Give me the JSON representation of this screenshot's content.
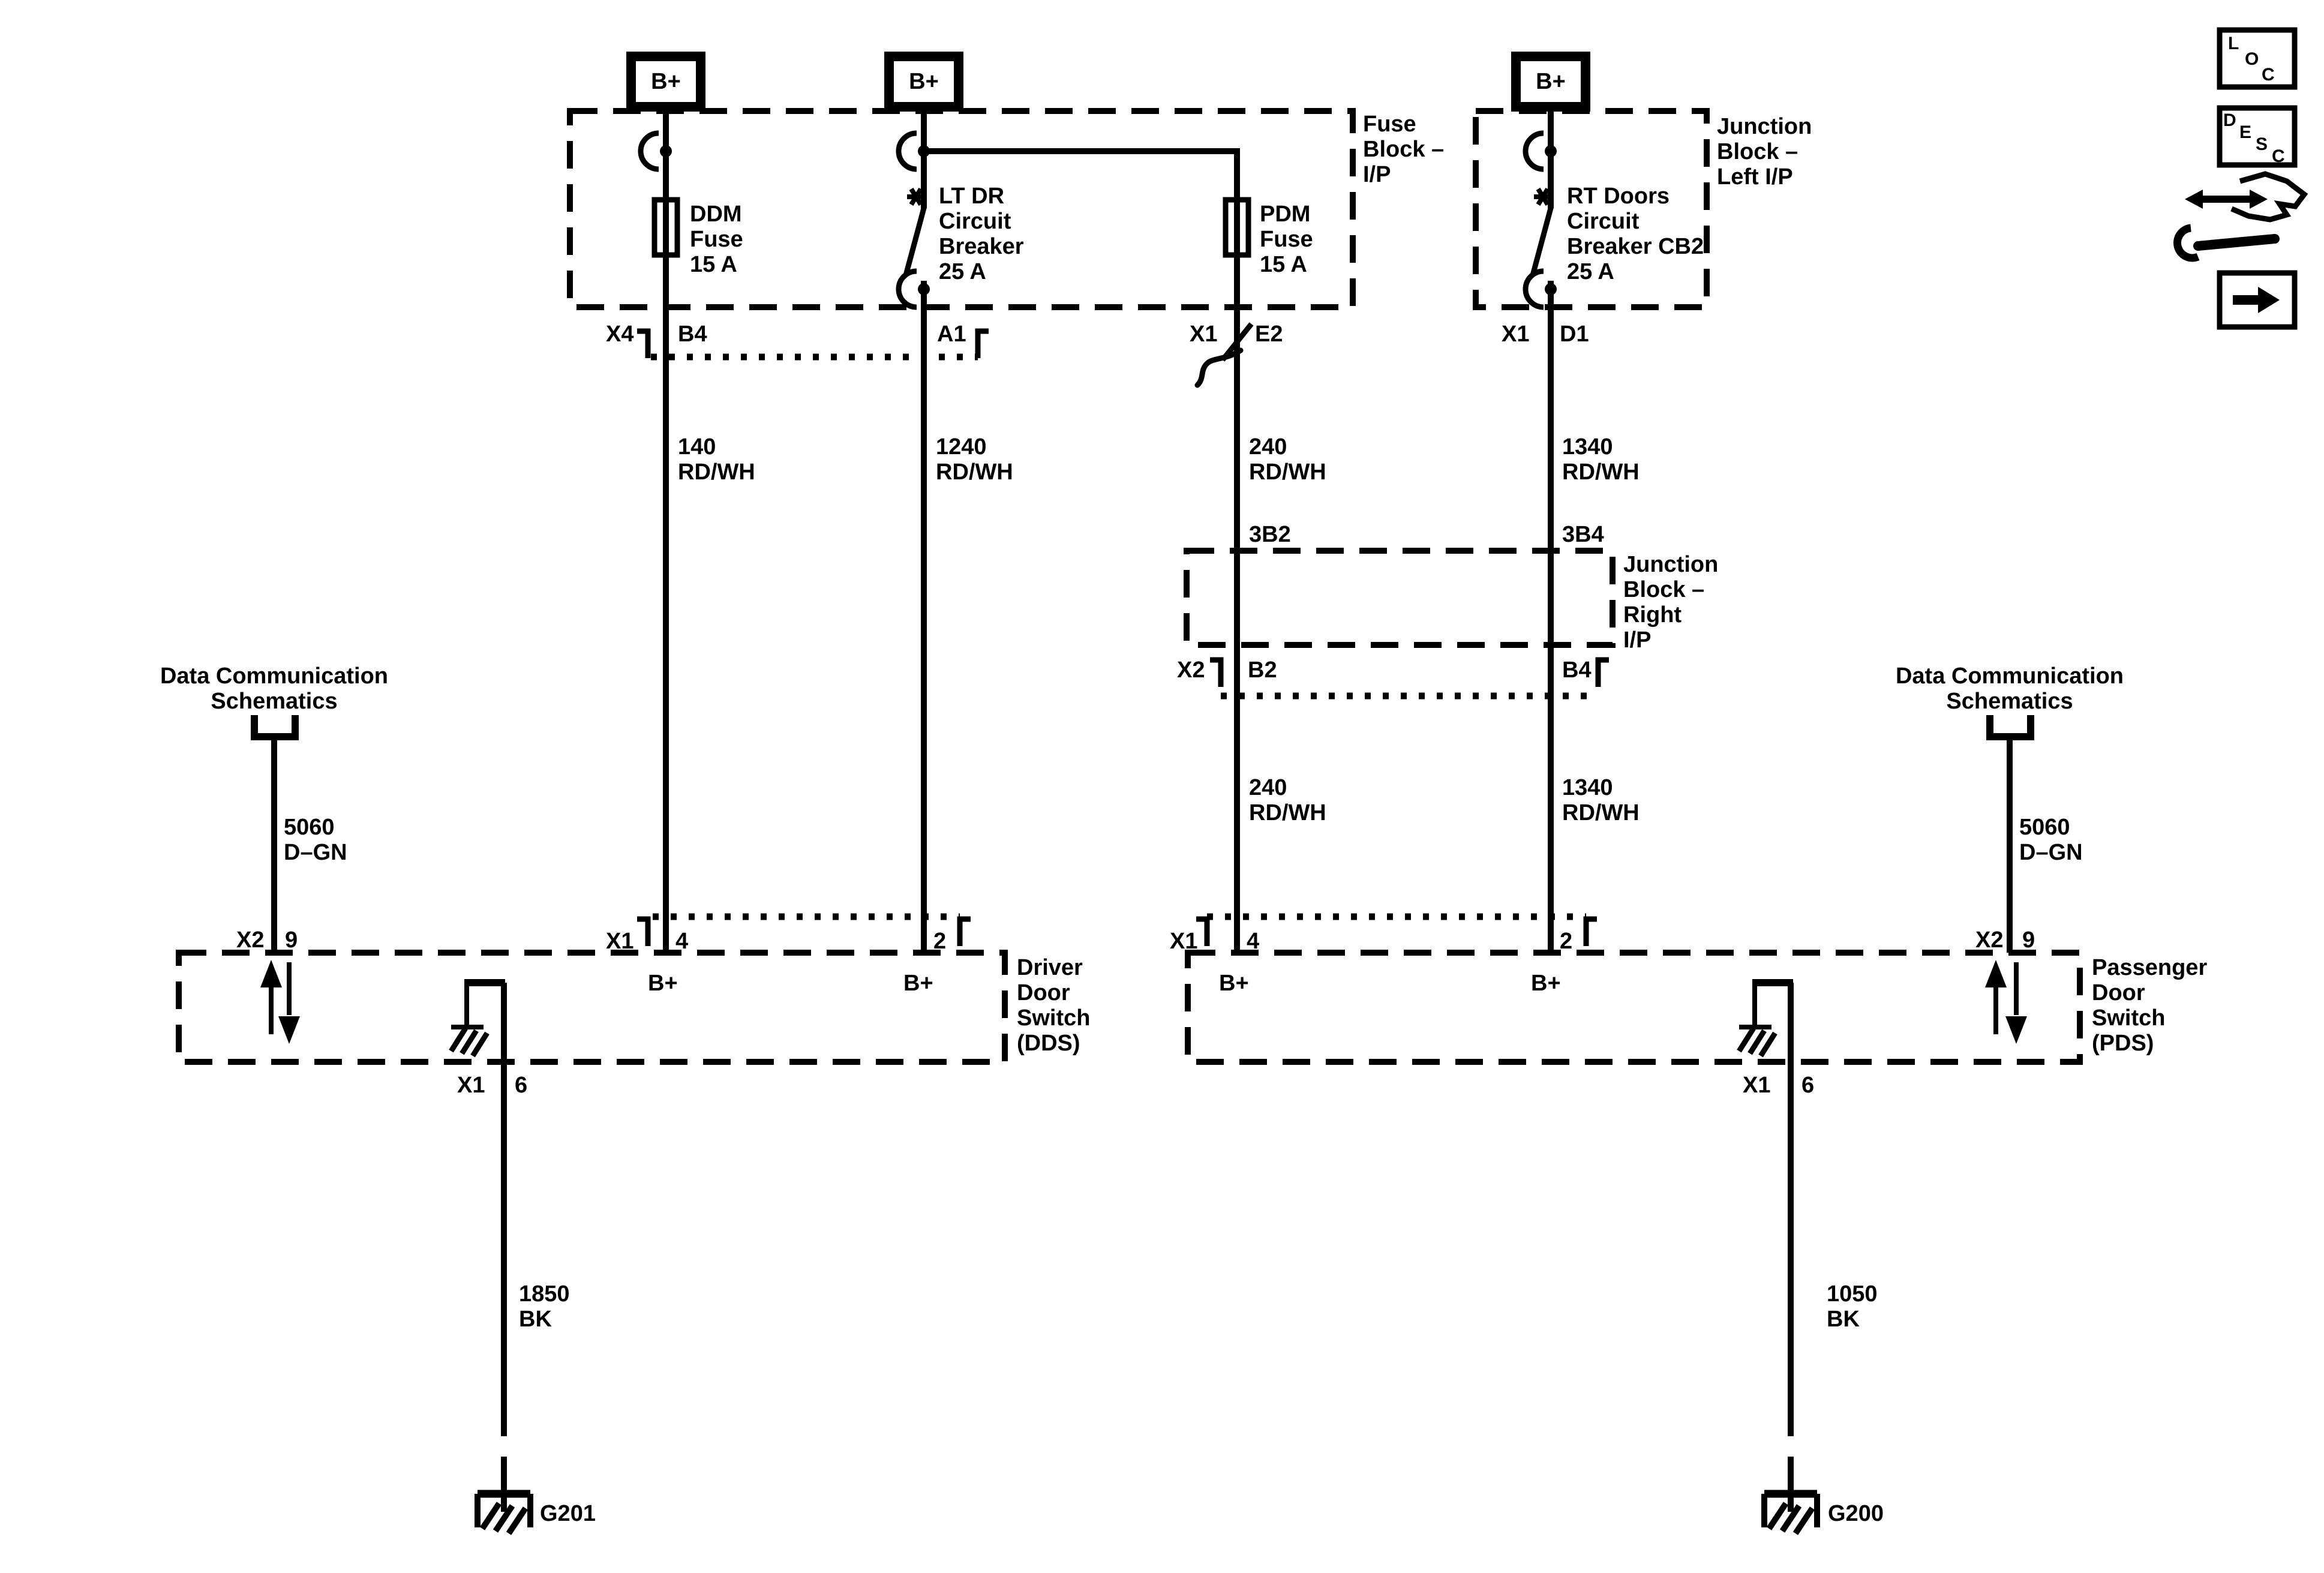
{
  "colors": {
    "ink": "#000000",
    "background": "#ffffff"
  },
  "power_taps": {
    "label": "B+"
  },
  "nav": {
    "loc_letters": [
      "L",
      "O",
      "C"
    ],
    "desc_letters": [
      "D",
      "E",
      "S",
      "C"
    ]
  },
  "fuse_block": {
    "title_lines": [
      "Fuse",
      "Block –",
      "I/P"
    ],
    "ddm_fuse_lines": [
      "DDM",
      "Fuse",
      "15 A"
    ],
    "ltdr_breaker_lines": [
      "LT DR",
      "Circuit",
      "Breaker",
      "25 A"
    ],
    "pdm_fuse_lines": [
      "PDM",
      "Fuse",
      "15 A"
    ],
    "pins": {
      "x4": "X4",
      "b4": "B4",
      "a1": "A1",
      "x1": "X1",
      "e2": "E2"
    }
  },
  "junction_block_left": {
    "title_lines": [
      "Junction",
      "Block –",
      "Left I/P"
    ],
    "rt_breaker_lines": [
      "RT Doors",
      "Circuit",
      "Breaker CB2",
      "25 A"
    ],
    "pins": {
      "x1": "X1",
      "d1": "D1"
    }
  },
  "junction_block_right": {
    "title_lines": [
      "Junction",
      "Block –",
      "Right",
      "I/P"
    ],
    "pins_top": {
      "b2": "3B2",
      "b4": "3B4"
    },
    "pins_bottom": {
      "x2": "X2",
      "b2": "B2",
      "b4": "B4"
    }
  },
  "wires": {
    "w140": {
      "circuit": "140",
      "color": "RD/WH"
    },
    "w1240": {
      "circuit": "1240",
      "color": "RD/WH"
    },
    "w240": {
      "circuit": "240",
      "color": "RD/WH"
    },
    "w1340": {
      "circuit": "1340",
      "color": "RD/WH"
    },
    "w5060": {
      "circuit": "5060",
      "color": "D–GN"
    },
    "w1850": {
      "circuit": "1850",
      "color": "BK"
    },
    "w1050": {
      "circuit": "1050",
      "color": "BK"
    }
  },
  "data_comm": {
    "title_lines": [
      "Data Communication",
      "Schematics"
    ],
    "pin_x2": "X2",
    "pin_9": "9"
  },
  "driver_door_switch": {
    "title_lines": [
      "Driver",
      "Door",
      "Switch",
      "(DDS)"
    ],
    "pins": {
      "x1": "X1",
      "p4": "4",
      "p2": "2",
      "p6": "6"
    },
    "b_plus": "B+"
  },
  "passenger_door_switch": {
    "title_lines": [
      "Passenger",
      "Door",
      "Switch",
      "(PDS)"
    ],
    "pins": {
      "x1": "X1",
      "p4": "4",
      "p2": "2",
      "p6": "6"
    },
    "b_plus": "B+"
  },
  "grounds": {
    "g201": "G201",
    "g200": "G200"
  }
}
